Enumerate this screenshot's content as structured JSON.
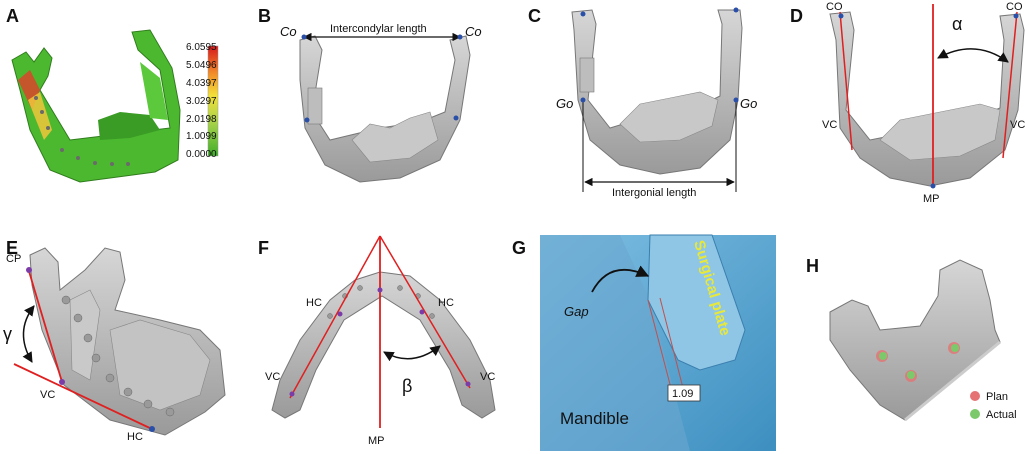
{
  "panels": {
    "A": {
      "label": "A",
      "scale_ticks": [
        "6.0595",
        "5.0496",
        "4.0397",
        "3.0297",
        "2.0198",
        "1.0099",
        "0.0000"
      ]
    },
    "B": {
      "label": "B",
      "co_left": "Co",
      "co_right": "Co",
      "measure": "Intercondylar length"
    },
    "C": {
      "label": "C",
      "go_left": "Go",
      "go_right": "Go",
      "measure": "Intergonial length"
    },
    "D": {
      "label": "D",
      "co_left": "CO",
      "co_right": "CO",
      "vc_left": "VC",
      "vc_right": "VC",
      "mp": "MP",
      "angle": "α"
    },
    "E": {
      "label": "E",
      "cp": "CP",
      "vc": "VC",
      "hc": "HC",
      "angle": "γ"
    },
    "F": {
      "label": "F",
      "hc_left": "HC",
      "hc_right": "HC",
      "vc_left": "VC",
      "vc_right": "VC",
      "mp": "MP",
      "angle": "β"
    },
    "G": {
      "label": "G",
      "gap": "Gap",
      "plate": "Surgical plate",
      "value": "1.09",
      "bone": "Mandible"
    },
    "H": {
      "label": "H",
      "legend": [
        {
          "name": "Plan",
          "color": "#e57373"
        },
        {
          "name": "Actual",
          "color": "#7cc96b"
        }
      ]
    }
  },
  "colors": {
    "line_red": "#e02020",
    "landmark_blue": "#2a4fa8",
    "bone_gray": "#b5b5b5",
    "g_blue": "#5fa8d3",
    "g_text_yellow": "#e8e83a"
  }
}
